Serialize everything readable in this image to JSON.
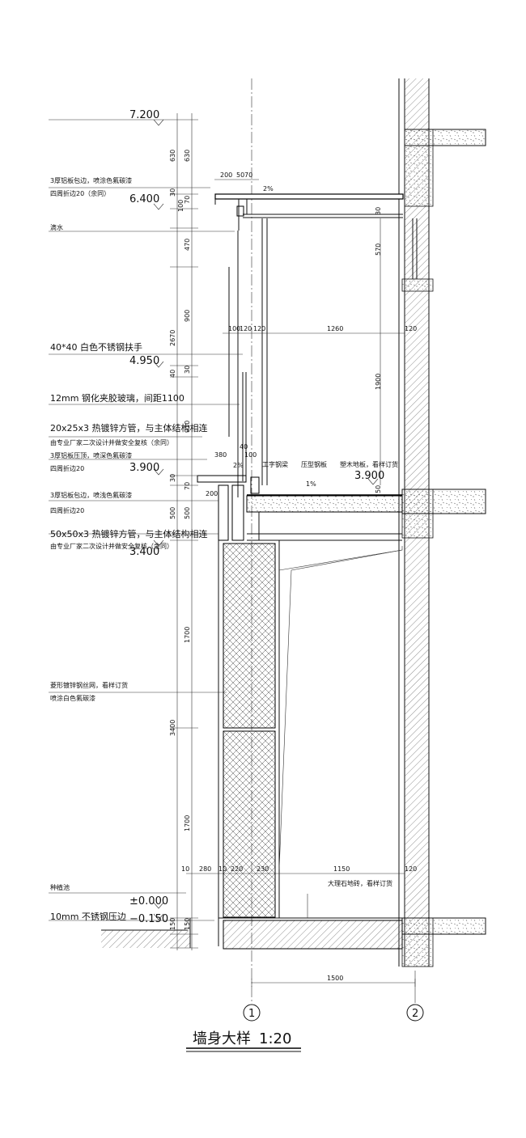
{
  "title": {
    "text": "墙身大样",
    "scale": "1:20"
  },
  "grid_axes": [
    "1",
    "2"
  ],
  "elevations": [
    "7.200",
    "6.400",
    "4.950",
    "3.900",
    "3.900",
    "3.400",
    "±0.000",
    "−0.150"
  ],
  "annotations": {
    "a1": "3厚铝板包边，喷涂色氟碳漆",
    "a2": "四周折边20（余同）",
    "a3": "滴水",
    "a4": "40*40 白色不锈钢扶手",
    "a5": "12mm 钢化夹胶玻璃，间距1100",
    "a6": "20x25x3 热镀锌方管，与主体结构相连",
    "a7": "由专业厂家二次设计并做安全复核（余同）",
    "a8": "3厚铝板压顶，喷深色氟碳漆",
    "a9": "四周折边20",
    "a10": "3厚铝板包边，喷浅色氟碳漆",
    "a11": "四周折边20",
    "a12": "50x50x3 热镀锌方管，与主体结构相连",
    "a13": "由专业厂家二次设计并做安全复核（余同）",
    "a14": "菱形镀锌钢丝网，看样订货",
    "a15": "喷涂白色氟碳漆",
    "a16": "种植池",
    "a17": "10mm 不锈钢压边",
    "a18": "工字钢梁",
    "a19": "压型钢板",
    "a20": "塑木地板，看样订货",
    "a21": "大理石地砖，看样订货"
  },
  "slopes": [
    "2%",
    "2%",
    "1%"
  ],
  "dims_vertical": [
    "630",
    "630",
    "30",
    "100",
    "70",
    "470",
    "900",
    "2670",
    "40",
    "30",
    "910",
    "30",
    "70",
    "500",
    "500",
    "1700",
    "3400",
    "1700",
    "150",
    "150",
    "30",
    "570",
    "1900",
    "50"
  ],
  "dims_horizontal": [
    "200",
    "50",
    "70",
    "100",
    "120",
    "120",
    "1260",
    "120",
    "380",
    "40",
    "100",
    "200",
    "10",
    "280",
    "10",
    "220",
    "230",
    "1150",
    "120",
    "1500"
  ]
}
